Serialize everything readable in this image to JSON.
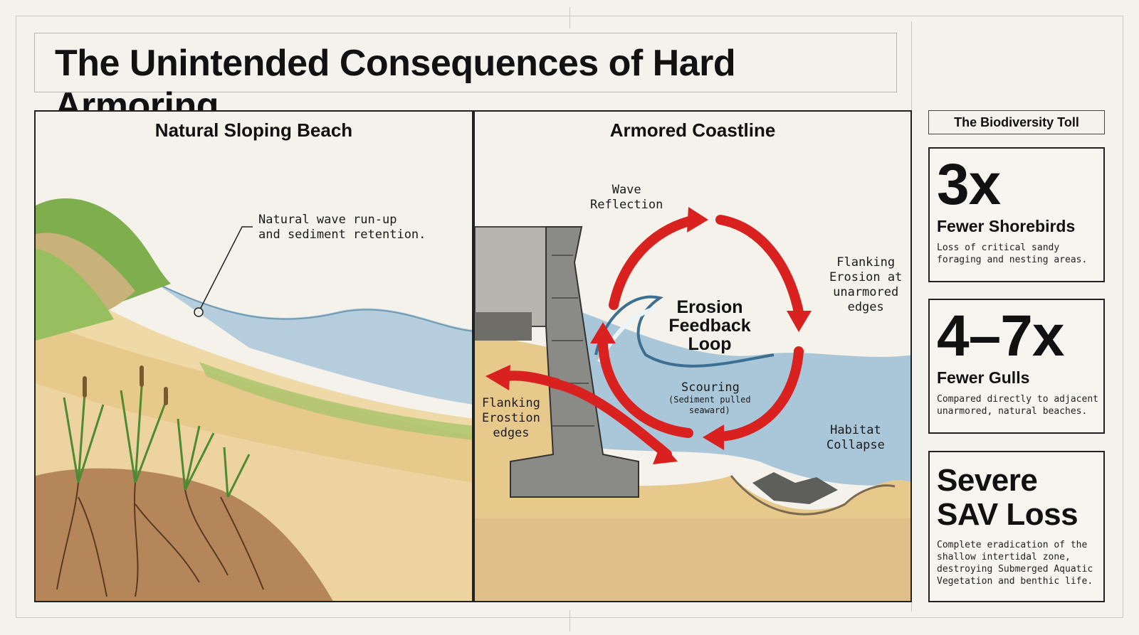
{
  "title": "The Unintended Consequences of Hard Armoring",
  "left_panel": {
    "heading": "Natural Sloping Beach",
    "callout": "Natural wave run-up\nand sediment retention."
  },
  "right_panel": {
    "heading": "Armored Coastline",
    "wave_reflection": "Wave\nReflection",
    "loop_label": "Erosion\nFeedback\nLoop",
    "flanking_right": "Flanking\nErosion at\nunarmored\nedges",
    "flanking_left": "Flanking\nErostion\nedges",
    "scouring": "Scouring",
    "scouring_note": "(Sediment pulled\nseaward)",
    "habitat": "Habitat\nCollapse"
  },
  "sidebar": {
    "heading": "The Biodiversity Toll",
    "cards": [
      {
        "big": "3x",
        "label": "Fewer Shorebirds",
        "desc": "Loss of critical sandy\nforaging and nesting areas."
      },
      {
        "big": "4–7x",
        "label": "Fewer Gulls",
        "desc": "Compared directly to adjacent\nunarmored, natural beaches."
      },
      {
        "big": "Severe\nSAV Loss",
        "label": "",
        "desc": "Complete eradication of the\nshallow intertidal zone,\ndestroying Submerged Aquatic\nVegetation and benthic life."
      }
    ]
  },
  "colors": {
    "arrow_red": "#d9211f",
    "sand": "#e8c98c",
    "water": "#a9c7d9",
    "seawall": "#8a8a86"
  }
}
